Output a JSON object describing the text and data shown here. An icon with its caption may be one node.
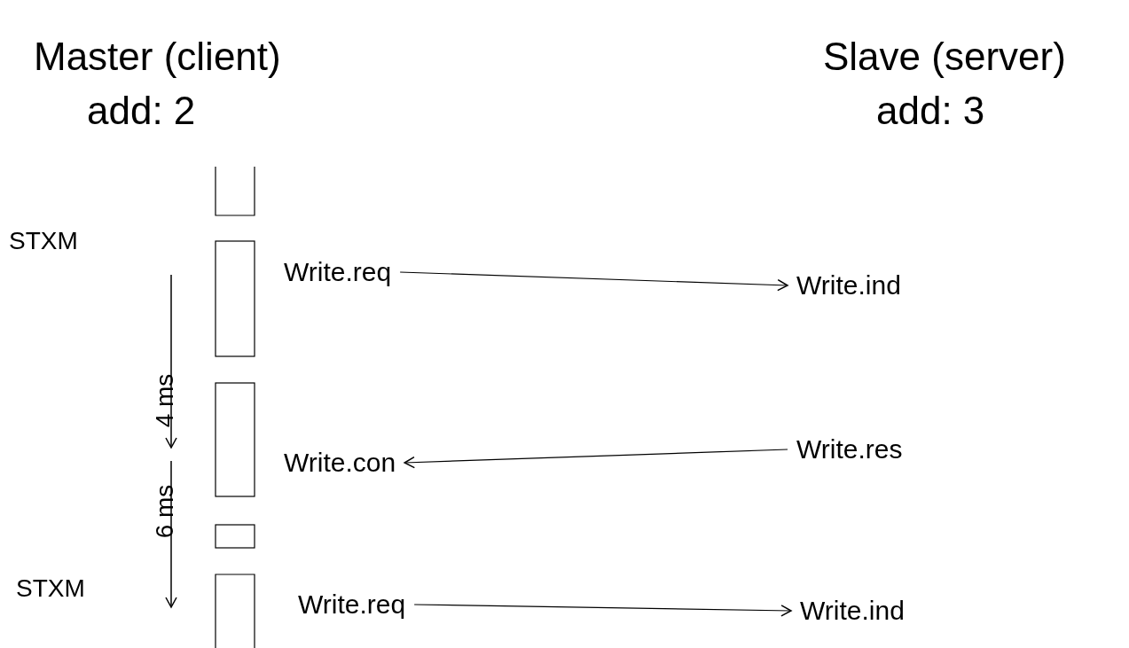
{
  "diagram": {
    "nodes": [
      {
        "text": [
          "Write.req"
        ]
      },
      {
        "text": [
          "Write.ind"
        ]
      },
      {
        "text": [
          "Write.con"
        ]
      },
      {
        "text": [
          "Write.res"
        ]
      },
      {
        "text": [
          "Write.req"
        ]
      },
      {
        "text": [
          "Write.ind"
        ]
      }
    ],
    "edges": [
      {
        "from": 0,
        "to": 1,
        "arrow": "to"
      },
      {
        "from": 3,
        "to": 2,
        "arrow": "to"
      },
      {
        "from": 4,
        "to": 5,
        "arrow": "to"
      }
    ],
    "labels": [
      "Master (client)",
      "add: 2",
      "Slave (server)",
      "add: 3",
      "STXM",
      "4 ms",
      "6 ms",
      "STXM"
    ]
  }
}
